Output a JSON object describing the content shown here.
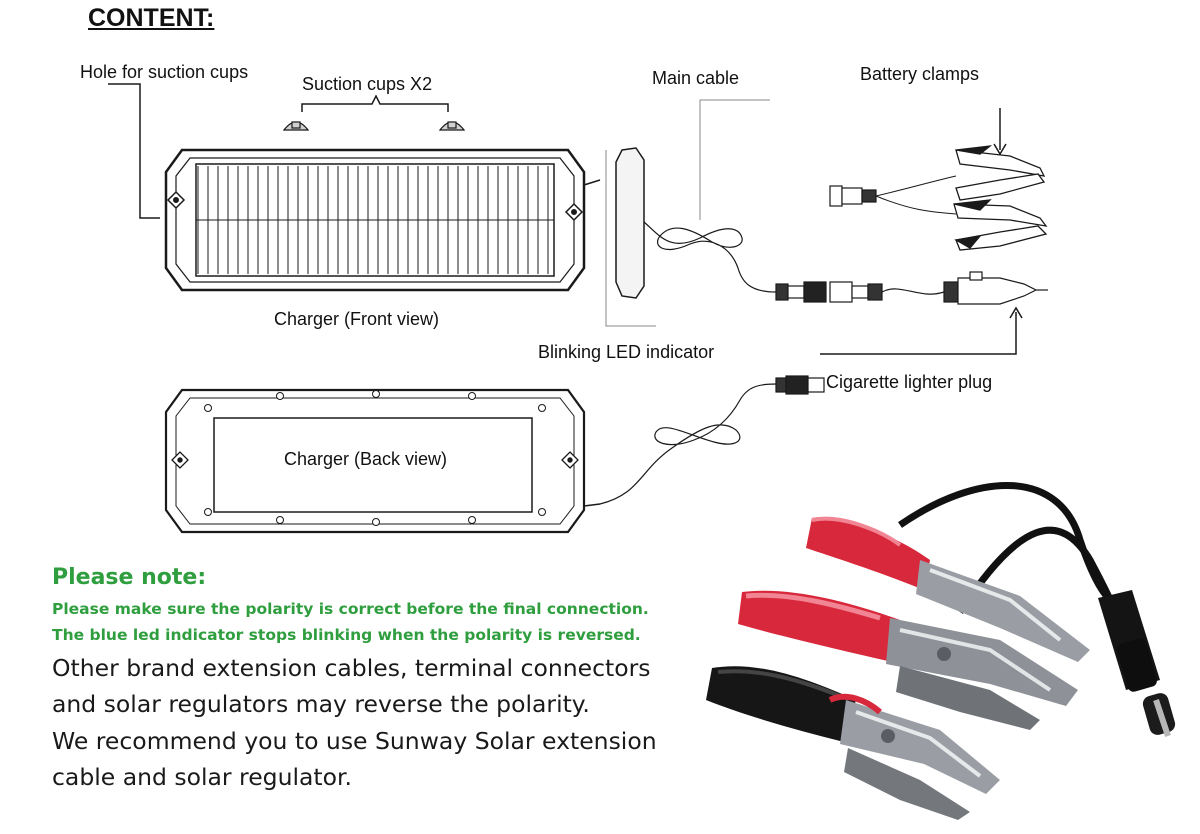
{
  "title": "CONTENT:",
  "labels": {
    "hole": "Hole for suction cups",
    "suction": "Suction cups X2",
    "main_cable": "Main cable",
    "clamps": "Battery clamps",
    "front": "Charger (Front view)",
    "led": "Blinking LED indicator",
    "cig": "Cigarette lighter plug",
    "back": "Charger (Back view)"
  },
  "note": {
    "heading": "Please note:",
    "lines": [
      "Please make sure the polarity is correct before the final connection.",
      "The blue led indicator stops blinking when the polarity is reversed."
    ],
    "body": [
      "Other brand extension cables, terminal connectors",
      "and solar regulators may reverse the polarity.",
      "We recommend you to use Sunway Solar extension",
      "cable and solar regulator."
    ]
  },
  "colors": {
    "note_green": "#2e9e3e",
    "clamp_red": "#d8283b",
    "clamp_black": "#161616",
    "clamp_steel": "#9a9ea4"
  }
}
